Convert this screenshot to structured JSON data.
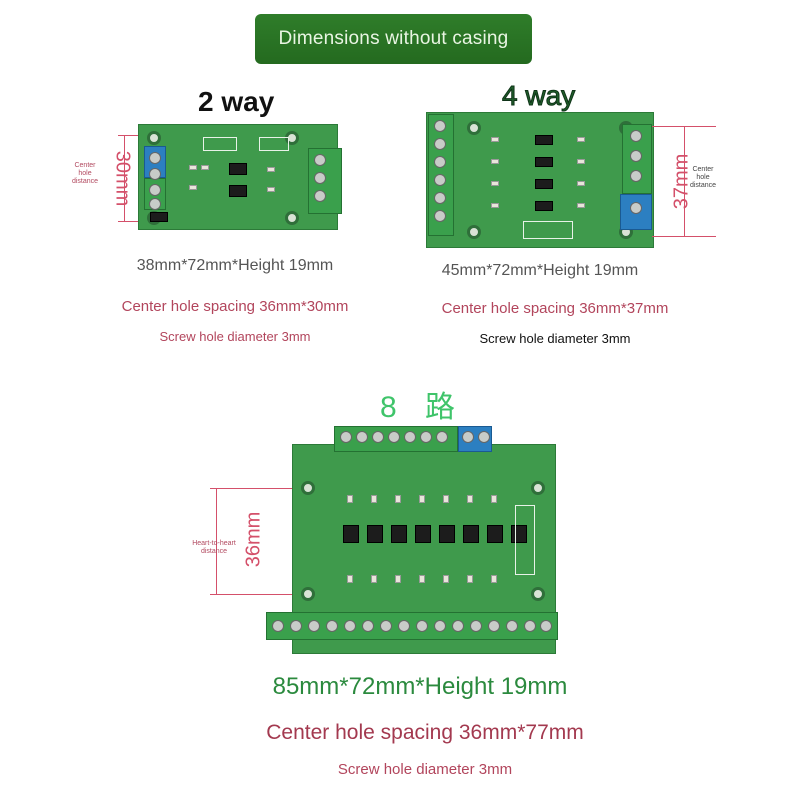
{
  "banner": "Dimensions without casing",
  "board2": {
    "title": "2 way",
    "size": "38mm*72mm*Height 19mm",
    "spacing": "Center hole spacing 36mm*30mm",
    "screw": "Screw hole diameter 3mm",
    "dim": "30mm",
    "note": "Center hole distance"
  },
  "board4": {
    "title": "4 way",
    "size": "45mm*72mm*Height 19mm",
    "spacing": "Center hole spacing 36mm*37mm",
    "screw": "Screw hole diameter 3mm",
    "dim": "37mm",
    "note": "Center hole distance"
  },
  "board8": {
    "title": "8 路",
    "size": "85mm*72mm*Height 19mm",
    "spacing": "Center hole spacing 36mm*77mm",
    "screw": "Screw hole diameter 3mm",
    "dim": "36mm",
    "note": "Heart-to-heart distance"
  }
}
